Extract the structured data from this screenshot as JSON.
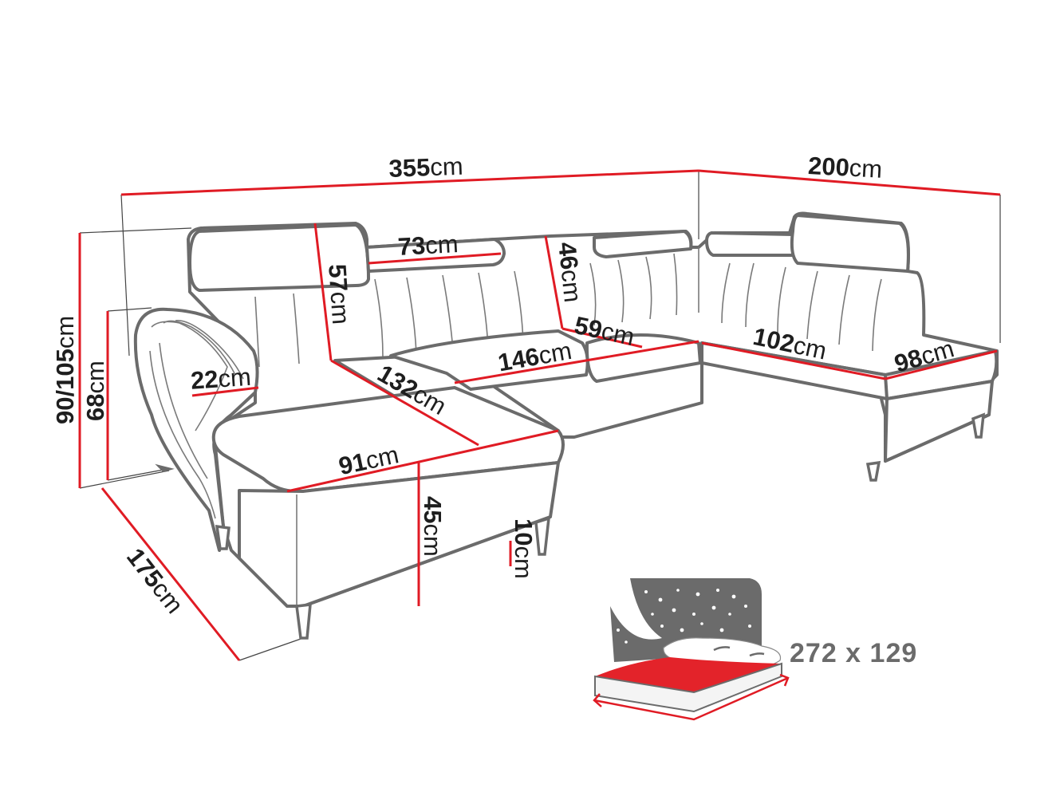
{
  "diagram": {
    "title": "U-shaped corner sofa dimensions",
    "subject": "sectional-sofa-line-drawing",
    "colors": {
      "dimension_line": "#e01b24",
      "outline": "#6b6b6b",
      "bed_icon_dark": "#6b6b6b",
      "bed_icon_red": "#e3232a",
      "background": "#ffffff"
    },
    "dimensions": {
      "total_width": {
        "value": "355",
        "unit": "cm"
      },
      "right_depth": {
        "value": "200",
        "unit": "cm"
      },
      "total_height": {
        "value": "90/105",
        "unit": "cm"
      },
      "armrest_height": {
        "value": "68",
        "unit": "cm"
      },
      "left_depth": {
        "value": "175",
        "unit": "cm"
      },
      "headrest_height": {
        "value": "57",
        "unit": "cm"
      },
      "headrest_width": {
        "value": "73",
        "unit": "cm"
      },
      "back_height": {
        "value": "46",
        "unit": "cm"
      },
      "armrest_width": {
        "value": "22",
        "unit": "cm"
      },
      "chaise_length": {
        "value": "132",
        "unit": "cm"
      },
      "middle_seat_width": {
        "value": "146",
        "unit": "cm"
      },
      "seat_depth": {
        "value": "59",
        "unit": "cm"
      },
      "chaise_width": {
        "value": "91",
        "unit": "cm"
      },
      "seat_height": {
        "value": "45",
        "unit": "cm"
      },
      "leg_height": {
        "value": "10",
        "unit": "cm"
      },
      "right_seat_length": {
        "value": "102",
        "unit": "cm"
      },
      "right_end_width": {
        "value": "98",
        "unit": "cm"
      }
    },
    "sleeping_area": {
      "icon": "bed-with-starry-night-icon",
      "label": "272 x 129"
    }
  }
}
